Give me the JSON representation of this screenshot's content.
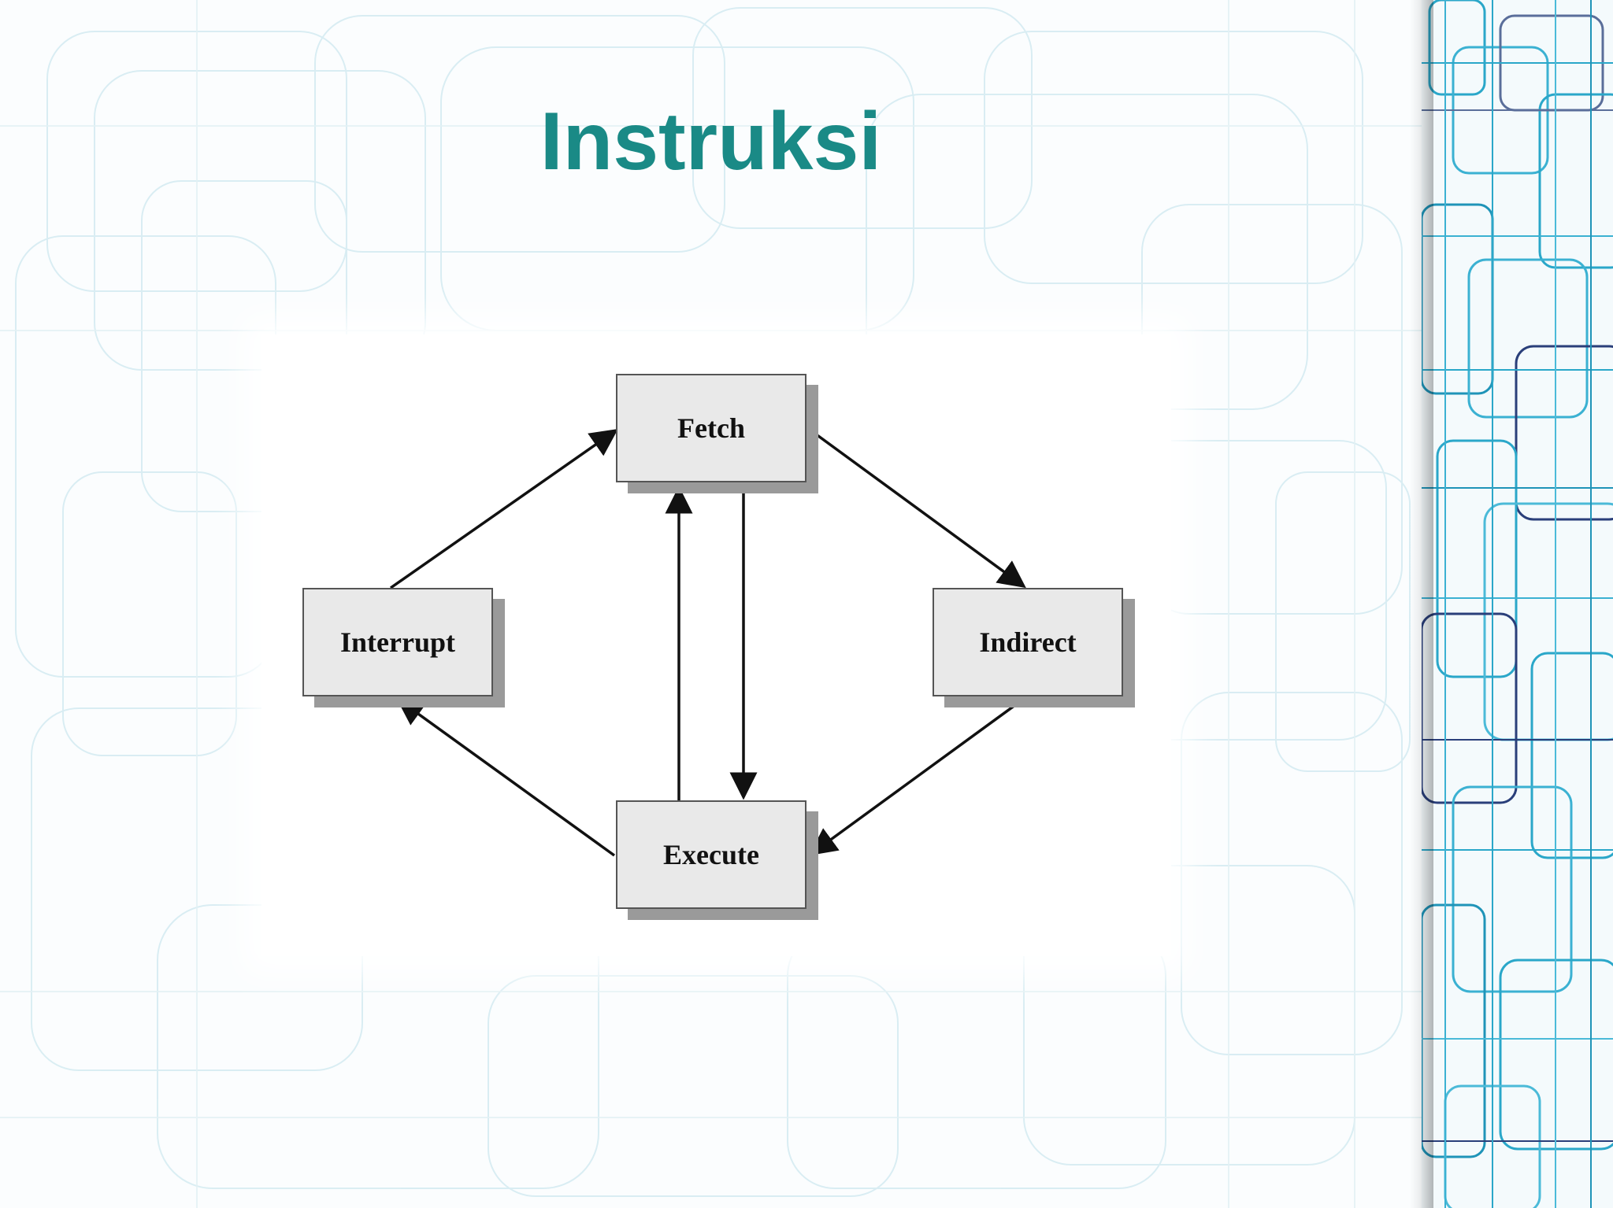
{
  "slide": {
    "title": "Instruksi",
    "title_color": "#1a8a86"
  },
  "diagram": {
    "nodes": [
      {
        "id": "fetch",
        "label": "Fetch"
      },
      {
        "id": "interrupt",
        "label": "Interrupt"
      },
      {
        "id": "indirect",
        "label": "Indirect"
      },
      {
        "id": "execute",
        "label": "Execute"
      }
    ],
    "edges": [
      {
        "from": "interrupt",
        "to": "fetch"
      },
      {
        "from": "fetch",
        "to": "indirect"
      },
      {
        "from": "indirect",
        "to": "execute"
      },
      {
        "from": "execute",
        "to": "interrupt"
      },
      {
        "from": "execute",
        "to": "fetch"
      },
      {
        "from": "fetch",
        "to": "execute"
      }
    ]
  }
}
